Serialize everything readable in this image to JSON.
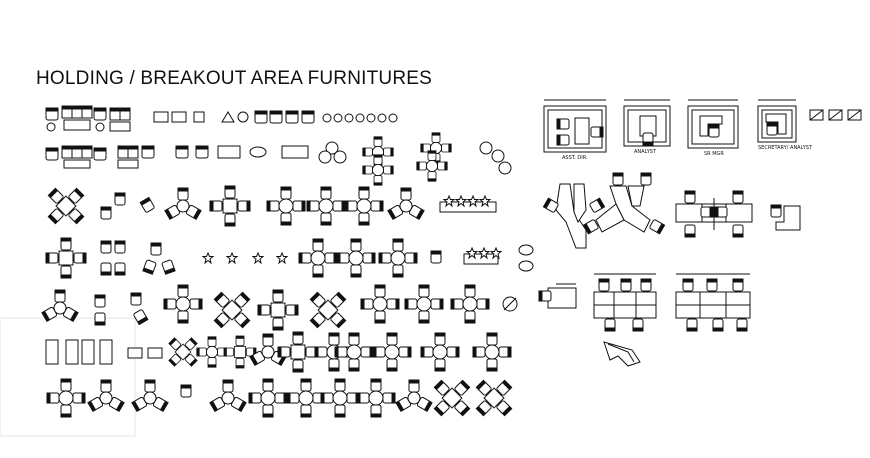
{
  "title": "HOLDING / BREAKOUT AREA FURNITURES",
  "cabin_labels": [
    "ASST. DIR.",
    "ANALYST",
    "SR MGR",
    "SECRETARY/ ANALYST"
  ],
  "colors": {
    "line": "#111111",
    "background": "#ffffff"
  }
}
